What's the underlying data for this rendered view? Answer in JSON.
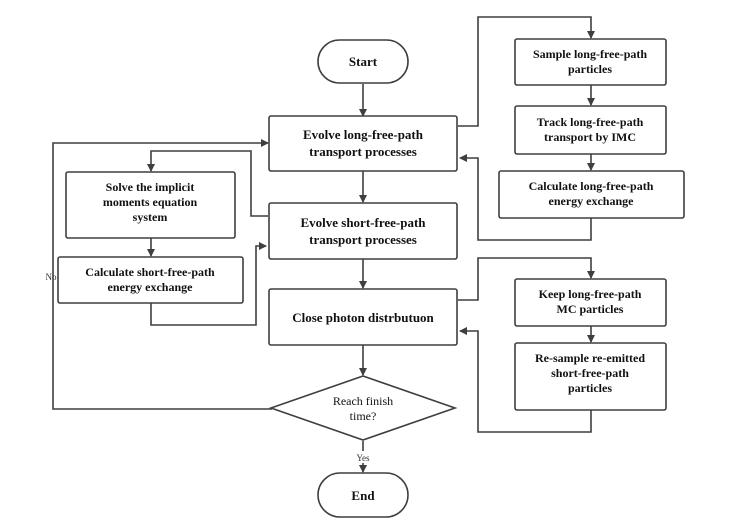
{
  "nodes": {
    "start": "Start",
    "evolve_long": [
      "Evolve long-free-path",
      "transport processes"
    ],
    "evolve_short": [
      "Evolve short-free-path",
      "transport processes"
    ],
    "close": "Close photon distrbutuon",
    "decision": [
      "Reach finish",
      "time?"
    ],
    "end": "End",
    "sample_long": [
      "Sample long-free-path",
      "particles"
    ],
    "track_long": [
      "Track long-free-path",
      "transport by IMC"
    ],
    "calc_long": [
      "Calculate long-free-path",
      "energy exchange"
    ],
    "solve_implicit": [
      "Solve the implicit",
      "moments equation",
      "system"
    ],
    "calc_short": [
      "Calculate short-free-path",
      "energy exchange"
    ],
    "keep_long": [
      "Keep long-free-path",
      "MC particles"
    ],
    "resample": [
      "Re-sample re-emitted",
      "short-free-path",
      "particles"
    ]
  },
  "labels": {
    "no": "No",
    "yes": "Yes"
  }
}
